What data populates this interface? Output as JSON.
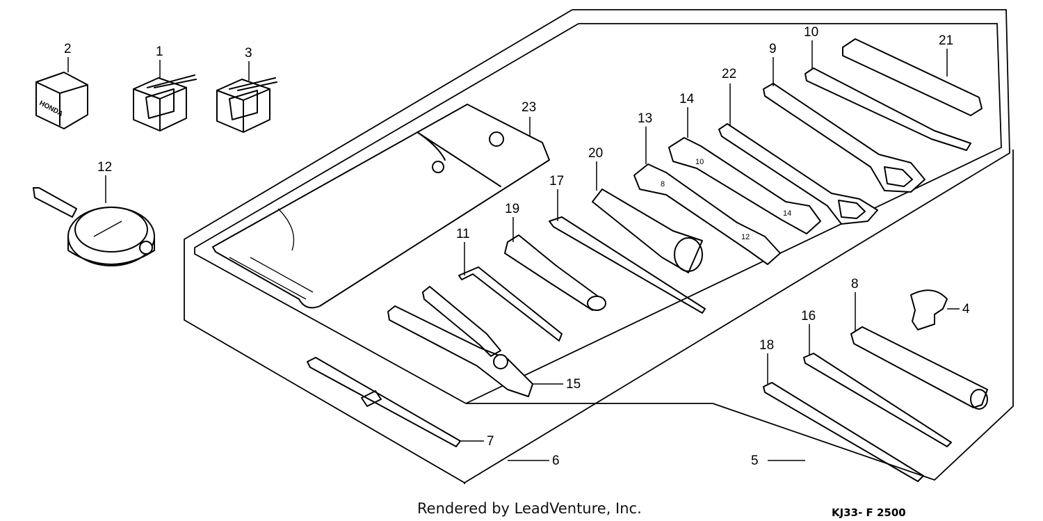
{
  "callouts": {
    "c1": "1",
    "c2": "2",
    "c3": "3",
    "c4": "4",
    "c5": "5",
    "c6": "6",
    "c7": "7",
    "c8": "8",
    "c9": "9",
    "c10": "10",
    "c11": "11",
    "c12": "12",
    "c13": "13",
    "c14": "14",
    "c15": "15",
    "c16": "16",
    "c17": "17",
    "c18": "18",
    "c19": "19",
    "c20": "20",
    "c21": "21",
    "c22": "22",
    "c23": "23"
  },
  "marks": {
    "brand": "HONDA",
    "wrench_size_a": "10",
    "wrench_size_b": "14",
    "wrench_size_c": "8",
    "wrench_size_d": "12"
  },
  "footer": {
    "credit": "Rendered by LeadVenture, Inc.",
    "code": "KJ33- F 2500"
  }
}
